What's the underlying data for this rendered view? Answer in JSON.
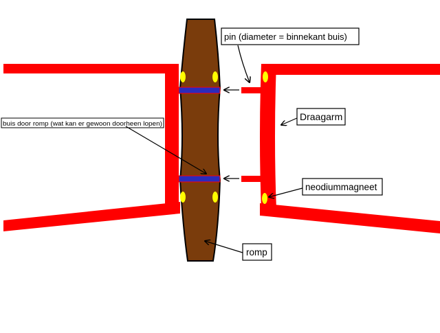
{
  "labels": {
    "pin": "pin (diameter = binnekant buis)",
    "tube": "buis door romp (wat kan er gewoon doorheen lopen)",
    "arm": "Draagarm",
    "magnet": "neodiummagneet",
    "hull": "romp"
  },
  "colors": {
    "frame": "#ff0000",
    "hull": "#7a3c0c",
    "magnet": "#ffff00",
    "tube": "#2b2bbb",
    "background": "#ffffff",
    "ink": "#000000"
  }
}
